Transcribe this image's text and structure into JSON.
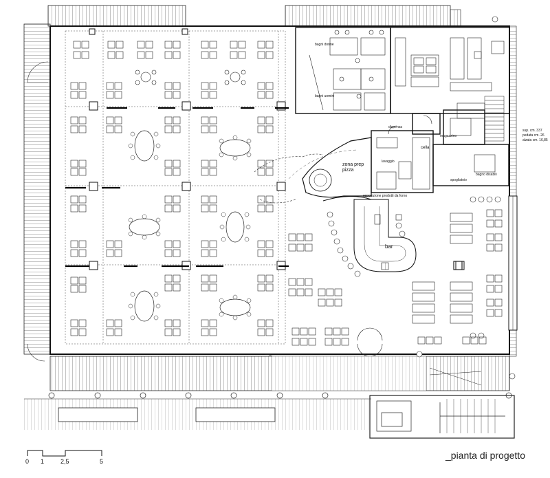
{
  "drawing": {
    "title": "_pianta di progetto",
    "scale_ticks": [
      "0",
      "1",
      "2,5",
      "5"
    ]
  },
  "rooms": {
    "zona_prep_pizza": "zona prep pizza",
    "esposizione": "esposizione prodotti da forno",
    "bar": "bar",
    "cella": "cella",
    "dispensa": "dispensa",
    "magazzino": "magazzino",
    "lavaggio": "lavaggio",
    "spogliatoio": "spogliatoio",
    "bagni_donne": "bagni donne",
    "bagni_uomini": "bagni uomini",
    "bagno_disabili": "bagno disabili",
    "note_1": "sup. cm. 337",
    "note_2": "pedata cm. 26",
    "note_3": "alzata cm. 16,85"
  }
}
